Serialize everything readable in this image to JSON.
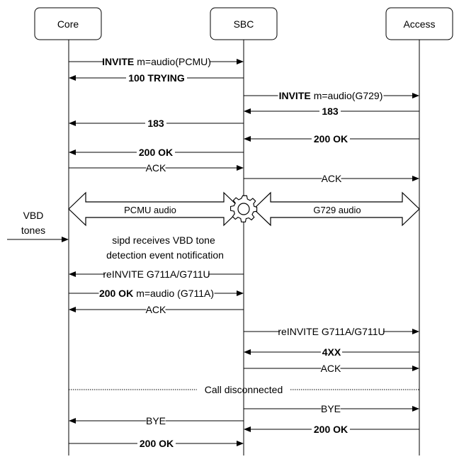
{
  "participants": [
    {
      "key": "core",
      "label": "Core"
    },
    {
      "key": "sbc",
      "label": "SBC"
    },
    {
      "key": "access",
      "label": "Access"
    }
  ],
  "messages": [
    {
      "id": "m1",
      "from": "core",
      "to": "sbc",
      "bold": "INVITE",
      "plain": "m=audio(PCMU)"
    },
    {
      "id": "m2",
      "from": "sbc",
      "to": "core",
      "bold": "100 TRYING",
      "plain": ""
    },
    {
      "id": "m3",
      "from": "sbc",
      "to": "access",
      "bold": "INVITE",
      "plain": "m=audio(G729)"
    },
    {
      "id": "m4",
      "from": "access",
      "to": "sbc",
      "bold": "183",
      "plain": ""
    },
    {
      "id": "m5",
      "from": "sbc",
      "to": "core",
      "bold": "183",
      "plain": ""
    },
    {
      "id": "m6",
      "from": "access",
      "to": "sbc",
      "bold": "200 OK",
      "plain": ""
    },
    {
      "id": "m7",
      "from": "sbc",
      "to": "core",
      "bold": "200 OK",
      "plain": ""
    },
    {
      "id": "m8",
      "from": "core",
      "to": "sbc",
      "bold": "",
      "plain": "ACK"
    },
    {
      "id": "m9",
      "from": "sbc",
      "to": "access",
      "bold": "",
      "plain": "ACK"
    },
    {
      "id": "m10",
      "from": "sbc",
      "to": "core",
      "bold": "",
      "plain": "reINVITE G711A/G711U"
    },
    {
      "id": "m11",
      "from": "core",
      "to": "sbc",
      "bold": "200 OK",
      "plain": "m=audio (G711A)"
    },
    {
      "id": "m12",
      "from": "sbc",
      "to": "core",
      "bold": "",
      "plain": "ACK"
    },
    {
      "id": "m13",
      "from": "sbc",
      "to": "access",
      "bold": "",
      "plain": "reINVITE G711A/G711U"
    },
    {
      "id": "m14",
      "from": "access",
      "to": "sbc",
      "bold": "4XX",
      "plain": ""
    },
    {
      "id": "m15",
      "from": "sbc",
      "to": "access",
      "bold": "",
      "plain": "ACK"
    },
    {
      "id": "m16",
      "from": "sbc",
      "to": "access",
      "bold": "",
      "plain": "BYE"
    },
    {
      "id": "m17",
      "from": "sbc",
      "to": "core",
      "bold": "",
      "plain": "BYE"
    },
    {
      "id": "m18",
      "from": "access",
      "to": "sbc",
      "bold": "200 OK",
      "plain": ""
    },
    {
      "id": "m19",
      "from": "core",
      "to": "sbc",
      "bold": "200 OK",
      "plain": ""
    }
  ],
  "media": {
    "left_label": "PCMU audio",
    "right_label": "G729 audio"
  },
  "external_input": {
    "line1": "VBD",
    "line2": "tones"
  },
  "note": {
    "line1": "sipd receives VBD tone",
    "line2": "detection event notification"
  },
  "separator_label": "Call disconnected"
}
